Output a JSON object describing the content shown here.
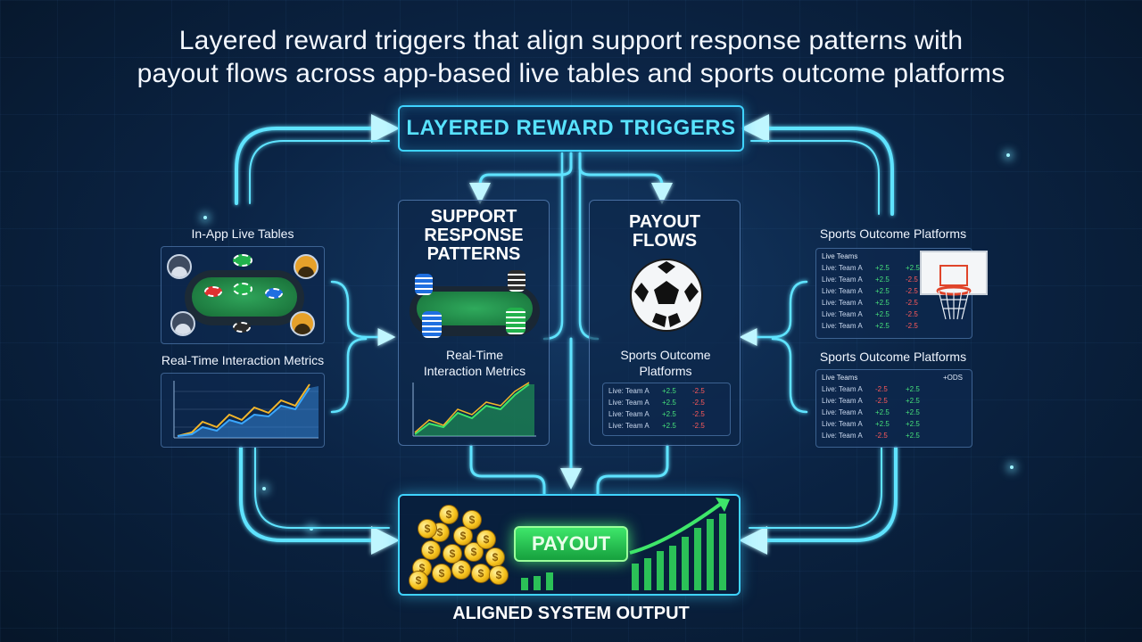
{
  "title": {
    "line1": "Layered reward triggers that align support response patterns with",
    "line2": "payout flows across app-based live tables and sports outcome platforms"
  },
  "top_node": {
    "label": "LAYERED REWARD TRIGGERS"
  },
  "center_left_panel": {
    "heading_line1": "SUPPORT",
    "heading_line2": "RESPONSE",
    "heading_line3": "PATTERNS",
    "caption_line1": "Real-Time",
    "caption_line2": "Interaction Metrics"
  },
  "center_right_panel": {
    "heading_line1": "PAYOUT",
    "heading_line2": "FLOWS",
    "caption_line1": "Sports Outcome",
    "caption_line2": "Platforms",
    "rows": [
      {
        "team": "Live: Team A",
        "up": "+2.5",
        "down": "-2.5"
      },
      {
        "team": "Live: Team A",
        "up": "+2.5",
        "down": "-2.5"
      },
      {
        "team": "Live: Team A",
        "up": "+2.5",
        "down": "-2.5"
      },
      {
        "team": "Live: Team A",
        "up": "+2.5",
        "down": "-2.5"
      }
    ]
  },
  "left_side": {
    "top_label": "In-App Live Tables",
    "bottom_label": "Real-Time Interaction Metrics"
  },
  "right_side": {
    "top_label": "Sports Outcome Platforms",
    "bottom_label": "Sports Outcome Platforms",
    "top_header": "Live Teams",
    "top_rows": [
      {
        "team": "Live: Team A",
        "up": "+2.5",
        "up2": "+2.5"
      },
      {
        "team": "Live: Team A",
        "up": "+2.5",
        "up2": "-2.5"
      },
      {
        "team": "Live: Team A",
        "up": "+2.5",
        "up2": "-2.5"
      },
      {
        "team": "Live: Team A",
        "up": "+2.5",
        "up2": "-2.5"
      },
      {
        "team": "Live: Team A",
        "up": "+2.5",
        "up2": "-2.5"
      },
      {
        "team": "Live: Team A",
        "up": "+2.5",
        "up2": "-2.5"
      }
    ],
    "bottom_header_left": "Live Teams",
    "bottom_header_right": "+ODS",
    "bottom_rows": [
      {
        "team": "Live: Team A",
        "down": "-2.5",
        "up": "+2.5"
      },
      {
        "team": "Live: Team A",
        "down": "-2.5",
        "up": "+2.5"
      },
      {
        "team": "Live: Team A",
        "down": "+2.5",
        "up": "+2.5"
      },
      {
        "team": "Live: Team A",
        "down": "+2.5",
        "up": "+2.5"
      },
      {
        "team": "Live: Team A",
        "down": "-2.5",
        "up": "+2.5"
      }
    ]
  },
  "payout": {
    "button_label": "PAYOUT",
    "coin_symbol": "$"
  },
  "footer": {
    "label": "ALIGNED SYSTEM OUTPUT"
  },
  "colors": {
    "accent": "#3fd3ff",
    "green": "#2fd35b",
    "red": "#ff5a5a",
    "gold": "#f6c21c"
  }
}
